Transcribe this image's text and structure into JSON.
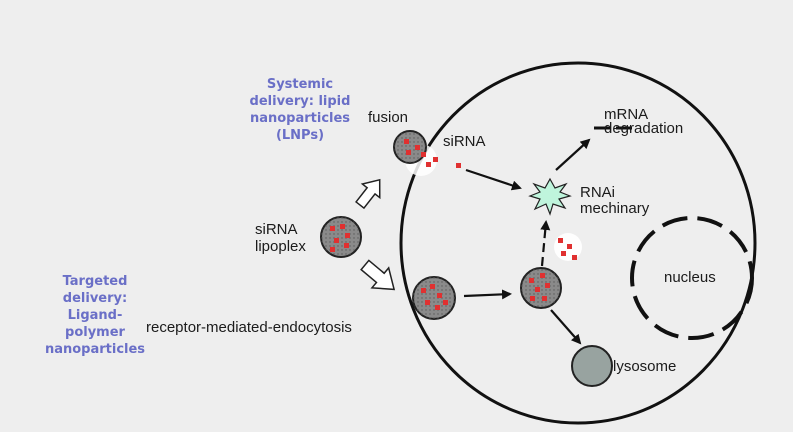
{
  "labels": {
    "systemic_delivery": "Systemic\ndelivery: lipid\nnanoparticles\n(LNPs)",
    "targeted_delivery": "Targeted\ndelivery:\nLigand-\npolymer\nnanoparticles",
    "fusion": "fusion",
    "sirna": "siRNA",
    "mrna_degradation": "mRNA\ndegradation",
    "rnai_machinery": "RNAi\nmechinary",
    "sirna_lipoplex": "siRNA\nlipoplex",
    "nucleus": "nucleus",
    "receptor_mediated_endocytosis": "receptor-mediated-endocytosis",
    "lysosome": "lysosome"
  },
  "colors": {
    "background": "#eeeeee",
    "label_blue": "#6a6fc7",
    "sirna_red": "#e03030",
    "particle_gray": "#8a8a8a",
    "rnai_green": "#bff5dc",
    "line": "#111111"
  }
}
